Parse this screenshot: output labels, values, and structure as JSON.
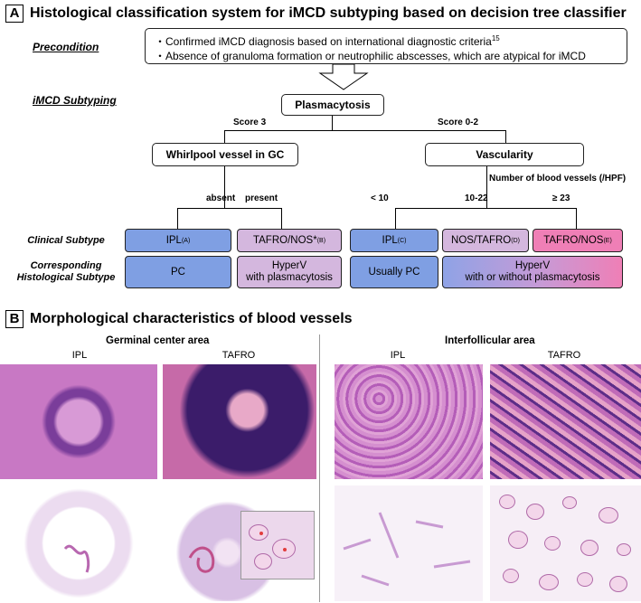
{
  "panel_a": {
    "letter": "A",
    "title": "Histological classification system for iMCD subtyping based on decision tree classifier",
    "precondition_label": "Precondition",
    "precondition_line1": "・Confirmed iMCD diagnosis based on international diagnostic criteria",
    "precondition_ref": "15",
    "precondition_line2": "・Absence of granuloma formation or neutrophilic abscesses, which are atypical for iMCD",
    "subtyping_label": "iMCD Subtyping",
    "root_node": "Plasmacytosis",
    "left_branch": "Score 3",
    "right_branch": "Score 0-2",
    "left_node": "Whirlpool vessel in GC",
    "right_node": "Vascularity",
    "vessels_header": "Number of blood vessels (/HPF)",
    "absent": "absent",
    "present": "present",
    "lt10": "< 10",
    "mid": "10-22",
    "ge23": "≥ 23",
    "clinical_row_label": "Clinical Subtype",
    "histo_row_label_1": "Corresponding",
    "histo_row_label_2": "Histological Subtype",
    "clinical": [
      {
        "text": "IPL",
        "sup": "(A)"
      },
      {
        "text": "TAFRO/NOS*",
        "sup": " (B)"
      },
      {
        "text": "IPL",
        "sup": "(C)"
      },
      {
        "text": "NOS/TAFRO",
        "sup": "(D)"
      },
      {
        "text": "TAFRO/NOS",
        "sup": "(E)"
      }
    ],
    "histo_pc": "PC",
    "histo_hyperv_1": "HyperV",
    "histo_hyperv_2": "with plasmacytosis",
    "histo_usually_pc": "Usually PC",
    "histo_hyperv_wide_1": "HyperV",
    "histo_hyperv_wide_2": "with or without plasmacytosis"
  },
  "panel_b": {
    "letter": "B",
    "title": "Morphological characteristics of blood vessels",
    "gc_area": "Germinal center area",
    "if_area": "Interfollicular area",
    "ipl": "IPL",
    "tafro": "TAFRO"
  },
  "colors": {
    "blue": "#7f9fe3",
    "lavender": "#d4b7de",
    "pink": "#ef7fb6"
  }
}
